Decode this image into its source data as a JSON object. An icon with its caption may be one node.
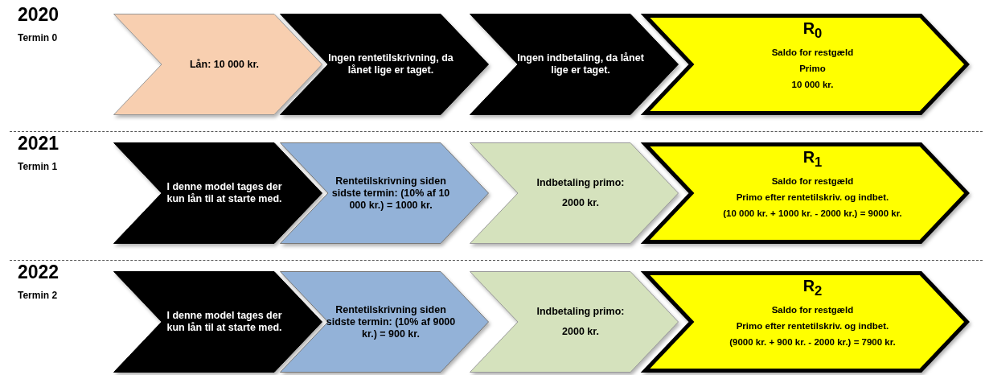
{
  "diagram": {
    "nodes": [
      {
        "text": [
          "Lån: 10 000 kr."
        ]
      },
      {
        "text": [
          "Ingen rentetilskrivning, da lånet lige er taget."
        ]
      },
      {
        "text": [
          "Ingen indbetaling, da lånet lige er taget."
        ]
      },
      {
        "text": [
          "R$_{0}$",
          "Saldo for restgæld",
          "Primo",
          "10 000 kr."
        ]
      },
      {
        "text": [
          "I denne model tages der kun lån til at starte med."
        ]
      },
      {
        "text": [
          "Rentetilskrivning siden sidste termin: (10% af 10 000 kr.) = 1000 kr."
        ]
      },
      {
        "text": [
          "Indbetaling primo:",
          "2000 kr."
        ]
      },
      {
        "text": [
          "R$_{1}$",
          "Saldo for restgæld",
          "Primo efter rentetilskriv. og indbet.",
          "(10 000 kr. + 1000 kr. - 2000 kr.) = 9000 kr."
        ]
      },
      {
        "text": [
          "I denne model tages der kun lån til at starte med."
        ]
      },
      {
        "text": [
          "Rentetilskrivning siden sidste termin: (10% af 9000 kr.) = 900 kr."
        ]
      },
      {
        "text": [
          "Indbetaling primo:",
          "2000 kr."
        ]
      },
      {
        "text": [
          "R$_{2}$",
          "Saldo for restgæld",
          "Primo efter rentetilskriv. og indbet.",
          "(9000 kr. + 900 kr. - 2000 kr.) = 7900 kr."
        ]
      }
    ],
    "labels": [
      "2020",
      "Termin 0",
      "2021",
      "Termin 1",
      "2022",
      "Termin 2"
    ]
  }
}
